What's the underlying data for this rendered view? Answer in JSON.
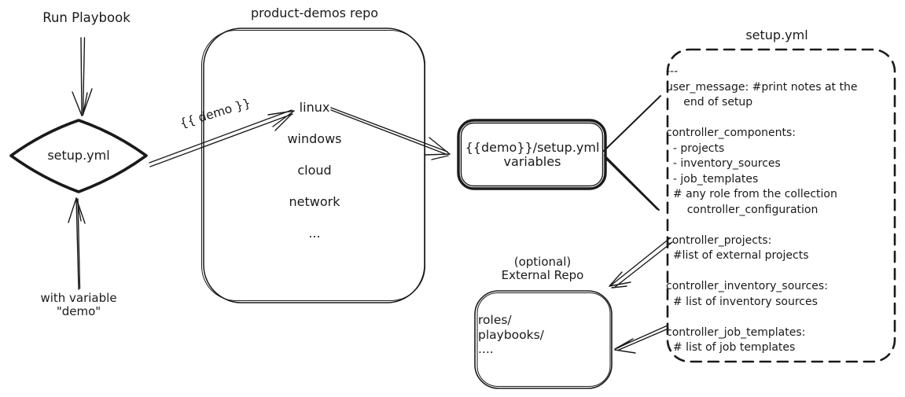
{
  "canvas": {
    "background": "#ffffff",
    "ink": "#1a1a1a"
  },
  "run_playbook": {
    "label": "Run Playbook"
  },
  "with_variable": {
    "line1": "with variable",
    "line2": "\"demo\""
  },
  "diamond": {
    "label": "setup.yml"
  },
  "demo_arrow": {
    "label": "{{ demo }}"
  },
  "repo": {
    "title": "product-demos repo",
    "items": [
      "linux",
      "windows",
      "cloud",
      "network",
      "..."
    ]
  },
  "variables_box": {
    "line1": "{{demo}}/setup.yml",
    "line2": "variables"
  },
  "setup_yml": {
    "title": "setup.yml",
    "lines": [
      "---",
      "user_message: #print notes at the",
      "     end of setup",
      "",
      "controller_components:",
      "  - projects",
      "  - inventory_sources",
      "  - job_templates",
      "  # any role from the collection",
      "      controller_configuration",
      "",
      "controller_projects:",
      "  #list of external projects",
      "",
      "controller_inventory_sources:",
      "  # list of inventory sources",
      "",
      "controller_job_templates:",
      "  # list of job templates"
    ]
  },
  "external_repo": {
    "title_line1": "(optional)",
    "title_line2": "External Repo",
    "items": [
      "roles/",
      "playbooks/",
      "...."
    ]
  }
}
